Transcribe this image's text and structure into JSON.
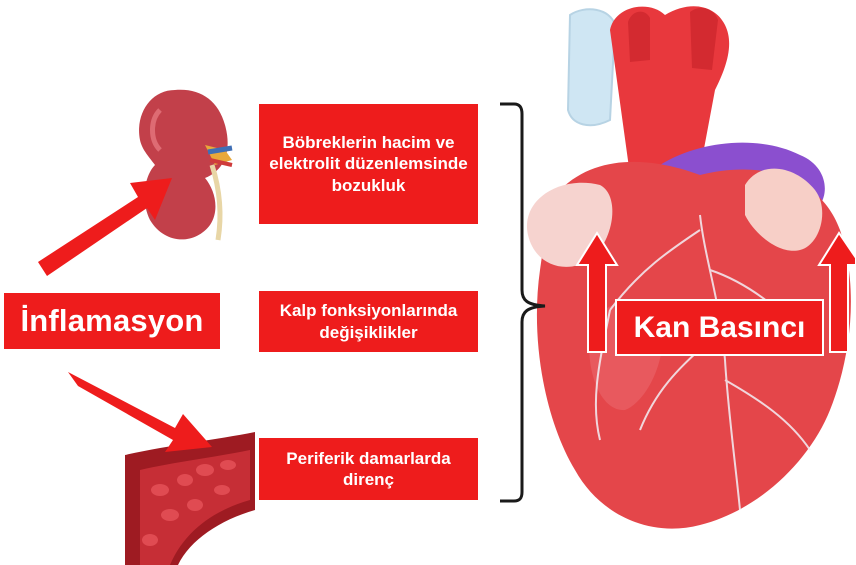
{
  "left_label": "İnflamasyon",
  "effects": [
    "Böbreklerin hacim ve elektrolit düzenlemsinde bozukluk",
    "Kalp fonksiyonlarında değişiklikler",
    "Periferik damarlarda direnç"
  ],
  "result_label": "Kan Basıncı",
  "icons": {
    "kidney": "kidney-icon",
    "blood_vessel": "blood-vessel-icon",
    "heart": "heart-icon"
  },
  "colors": {
    "accent_red": "#ee1c1c",
    "text_white": "#ffffff"
  }
}
